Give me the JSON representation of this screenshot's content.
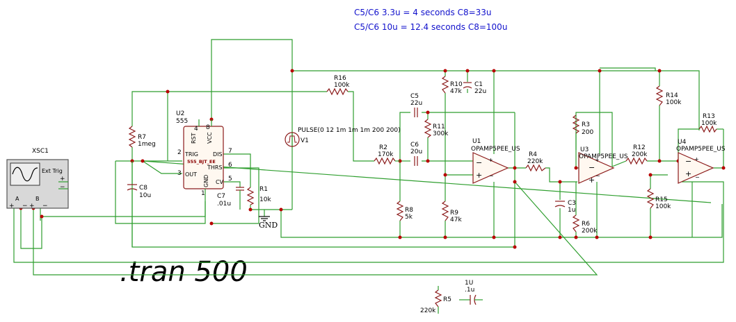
{
  "notes": {
    "line1": "C5/C6 3.3u = 4 seconds C8=33u",
    "line2": "C5/C6 10u = 12.4 seconds C8=100u"
  },
  "directive": ".tran 500",
  "ground_label": "GND",
  "scope": {
    "name": "XSC1",
    "ext_trig": "Ext Trig",
    "ch_a": "A",
    "ch_b": "B"
  },
  "timer": {
    "ref": "U2",
    "value": "555",
    "part": "555_BJT_EE",
    "pins": {
      "rst": "RST",
      "vcc": "VCC",
      "trig": "TRIG",
      "out": "OUT",
      "dis": "DIS",
      "thrs": "THRS",
      "cv": "CV",
      "gnd": "GND"
    },
    "pin_numbers": {
      "p4": "4",
      "p8": "8",
      "p2": "2",
      "p3": "3",
      "p7": "7",
      "p6": "6",
      "p5": "5",
      "p1": "1"
    }
  },
  "pulse": {
    "ref": "V1",
    "value": "PULSE(0 12 1m 1m 1m 200 200)"
  },
  "resistors": [
    {
      "ref": "R16",
      "value": "100k"
    },
    {
      "ref": "R7",
      "value": "1meg"
    },
    {
      "ref": "R1",
      "value": "10k"
    },
    {
      "ref": "R2",
      "value": "170k"
    },
    {
      "ref": "R8",
      "value": "5k"
    },
    {
      "ref": "R10",
      "value": "47k"
    },
    {
      "ref": "R11",
      "value": "300k"
    },
    {
      "ref": "R9",
      "value": "47k"
    },
    {
      "ref": "R4",
      "value": "220k"
    },
    {
      "ref": "R3",
      "value": "200"
    },
    {
      "ref": "R6",
      "value": "200k"
    },
    {
      "ref": "R14",
      "value": "100k"
    },
    {
      "ref": "R12",
      "value": "200k"
    },
    {
      "ref": "R13",
      "value": "100k"
    },
    {
      "ref": "R15",
      "value": "100k"
    },
    {
      "ref": "R5",
      "value": "220k"
    }
  ],
  "capacitors": [
    {
      "ref": "C8",
      "value": "10u"
    },
    {
      "ref": "C7",
      "value": ".01u"
    },
    {
      "ref": "C5",
      "value": "22u"
    },
    {
      "ref": "C6",
      "value": "20u"
    },
    {
      "ref": "C1",
      "value": "22u"
    },
    {
      "ref": "C3",
      "value": "1u"
    },
    {
      "ref": "1U",
      "value": ".1u"
    }
  ],
  "opamps": [
    {
      "ref": "U1",
      "value": "OPAMP5PEE_US"
    },
    {
      "ref": "U3",
      "value": "OPAMP5PEE_US"
    },
    {
      "ref": "U4",
      "value": "OPAMP5PEE_US"
    }
  ],
  "colors": {
    "wire": "#2e9e2e",
    "component": "#8b1a1a",
    "junction": "#b80000",
    "note": "#1111cc"
  }
}
